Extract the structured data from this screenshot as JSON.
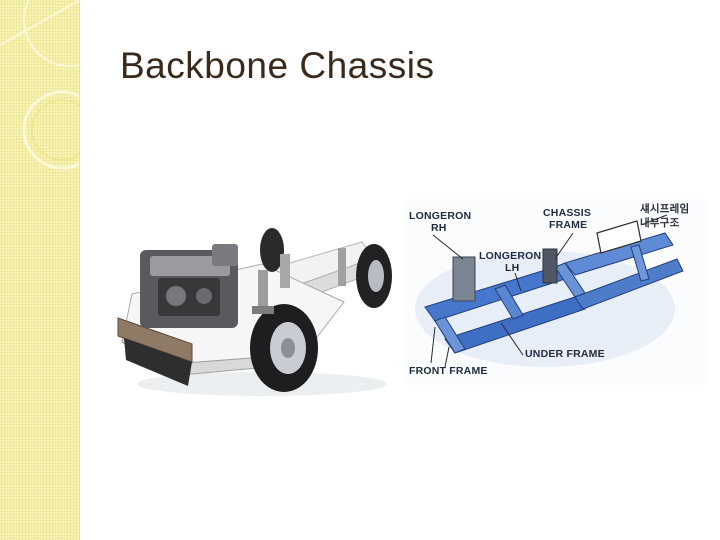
{
  "slide": {
    "title": "Backbone Chassis"
  },
  "images": {
    "left": {
      "icon": "car-chassis-photo-icon"
    },
    "right": {
      "icon": "chassis-frame-diagram-icon",
      "labels": {
        "longeron_rh_1": "LONGERON",
        "longeron_rh_2": "RH",
        "chassis_frame_1": "CHASSIS",
        "chassis_frame_2": "FRAME",
        "korean_1": "섀시프레임",
        "korean_2": "내부구조",
        "longeron_lh_1": "LONGERON",
        "longeron_lh_2": "LH",
        "under_frame": "UNDER FRAME",
        "front_frame": "FRONT FRAME"
      }
    }
  },
  "colors": {
    "sidebar": "#f6f3b4",
    "title": "#3a2a1c",
    "frame_blue": "#3f6fc4"
  }
}
